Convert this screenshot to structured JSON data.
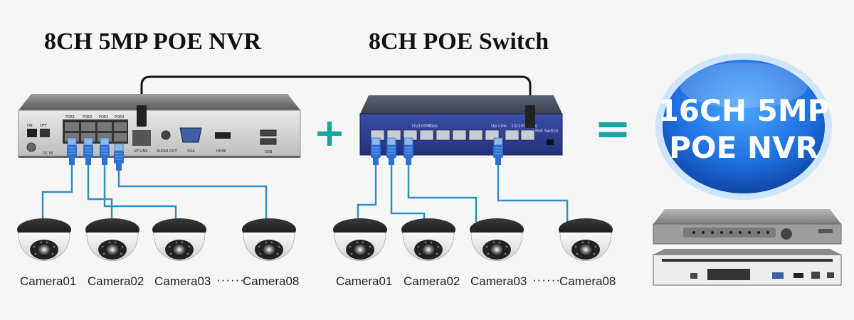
{
  "titles": {
    "nvr": "8CH 5MP POE NVR",
    "switch": "8CH POE Switch"
  },
  "symbols": {
    "plus": "+",
    "equals": "="
  },
  "badge": {
    "line1": "16CH 5MP",
    "line2": "POE NVR",
    "color": "#1e6fe0"
  },
  "nvr_panel": {
    "port_labels": [
      "POE1",
      "POE2",
      "POE3",
      "POE4"
    ],
    "on": "ON",
    "off": "OFF",
    "dc_in": "DC IN",
    "up_link": "UP LINK",
    "audio_out": "AUDIO OUT",
    "vga": "VGA",
    "hdmi": "HDMI",
    "usb": "USB"
  },
  "switch_panel": {
    "label_left": "10/100Mbps",
    "label_up": "Up Link",
    "label_right": "10/100Mbps",
    "brand": "PoE Switch"
  },
  "cameras_left": [
    "Camera01",
    "Camera02",
    "Camera03",
    "Camera08"
  ],
  "cameras_right": [
    "Camera01",
    "Camera02",
    "Camera03",
    "Camera08"
  ],
  "ellipsis": "······",
  "colors": {
    "cable": "#2e8fc4",
    "connector": "#2f6fd0",
    "plus": "#1aa3a3",
    "equals": "#1aa3a3"
  }
}
